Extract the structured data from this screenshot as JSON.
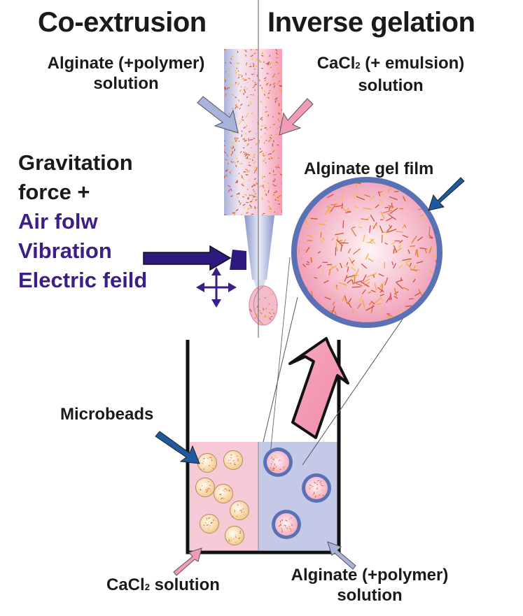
{
  "titles": {
    "left": "Co-extrusion",
    "right": "Inverse gelation"
  },
  "labels": {
    "alginate_polymer_top_line1": "Alginate (+polymer)",
    "alginate_polymer_top_line2": "solution",
    "cacl2_emulsion_pre": "CaCl",
    "cacl2_emulsion_sub": "2",
    "cacl2_emulsion_post": " (+ emulsion)",
    "cacl2_emulsion_line2": "solution",
    "gravitation_line1": "Gravitation",
    "gravitation_line2": "force +",
    "air_flow": "Air folw",
    "vibration": "Vibration",
    "electric_field": "Electric feild",
    "alginate_gel_film": "Alginate gel film",
    "microbeads": "Microbeads",
    "cacl2_solution_pre": "CaCl",
    "cacl2_solution_sub": "2",
    "cacl2_solution_post": " solution",
    "alginate_polymer_bottom_line1": "Alginate (+polymer)",
    "alginate_polymer_bottom_line2": "solution"
  },
  "colors": {
    "alginate_blue": "#8d9ccd",
    "calcium_pink": "#f29bb6",
    "bath_pink": "#f7c9d6",
    "bath_blue": "#c3c9e6",
    "film_blue": "#5a72b4",
    "purple_text": "#3d1d87",
    "arrow_dark_blue": "#1f5aa0"
  }
}
